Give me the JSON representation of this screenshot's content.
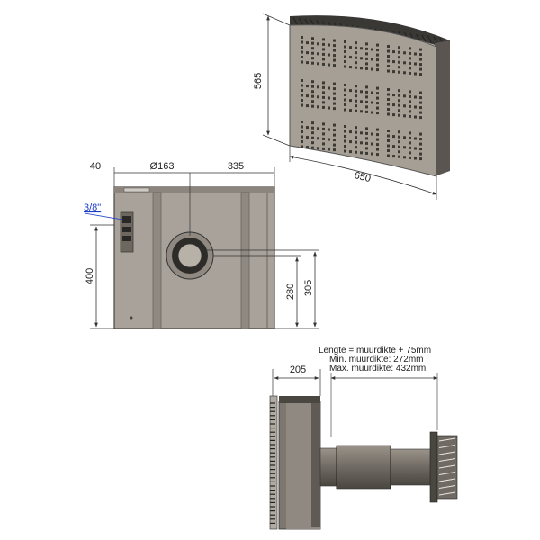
{
  "front_view": {
    "dim_height": "565",
    "dim_width": "650"
  },
  "rear_view": {
    "dim_offset": "40",
    "dim_diameter": "Ø163",
    "dim_right": "335",
    "dim_thread": "3/8\"",
    "dim_height": "400",
    "dim_center_low": "280",
    "dim_center_high": "305"
  },
  "side_view": {
    "dim_depth": "205",
    "note_length": "Lengte = muurdikte + 75mm",
    "note_min": "Min. muurdikte: 272mm",
    "note_max": "Max. muurdikte: 432mm"
  }
}
